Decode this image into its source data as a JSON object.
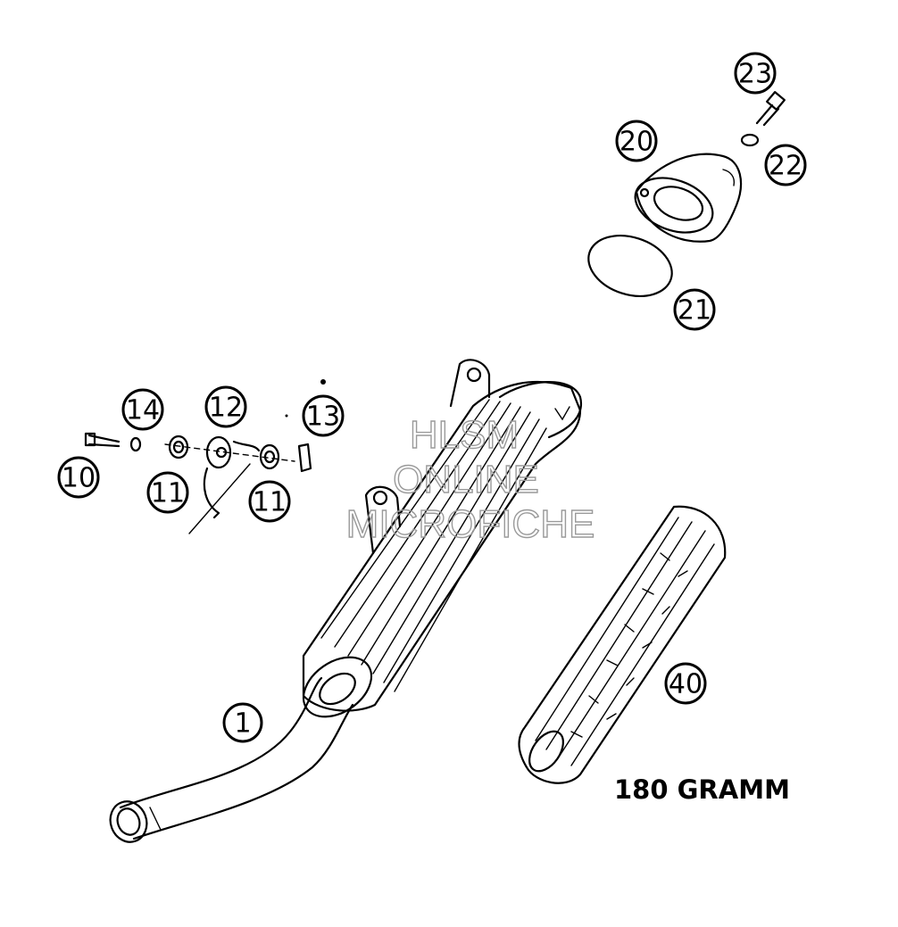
{
  "watermark": {
    "line1": "HLSM",
    "line2": "ONLINE",
    "line3": "MICROFICHE",
    "color": "#9a9a9a"
  },
  "weight_note": "180 GRAMM",
  "parts": [
    {
      "id": "part-1",
      "label": "1"
    },
    {
      "id": "part-10",
      "label": "10"
    },
    {
      "id": "part-11a",
      "label": "11"
    },
    {
      "id": "part-11b",
      "label": "11"
    },
    {
      "id": "part-12",
      "label": "12"
    },
    {
      "id": "part-13",
      "label": "13"
    },
    {
      "id": "part-14",
      "label": "14"
    },
    {
      "id": "part-20",
      "label": "20"
    },
    {
      "id": "part-21",
      "label": "21"
    },
    {
      "id": "part-22",
      "label": "22"
    },
    {
      "id": "part-23",
      "label": "23"
    },
    {
      "id": "part-40",
      "label": "40"
    }
  ]
}
